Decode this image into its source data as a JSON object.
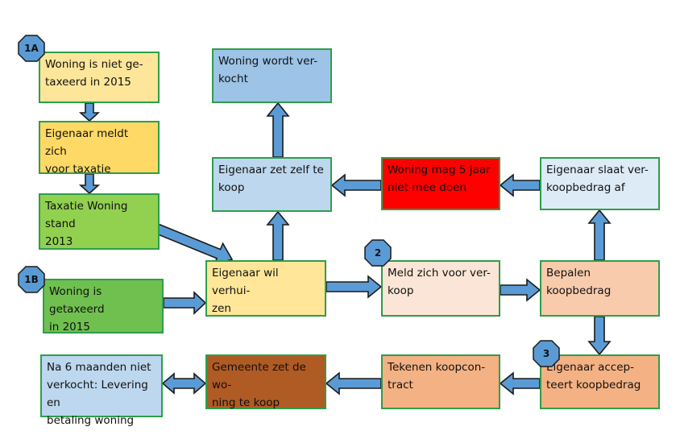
{
  "colors": {
    "box_border": "#2e9e4a",
    "arrow_fill": "#5b9bd5",
    "arrow_stroke": "#1a1a1a",
    "badge_fill": "#5b9bd5"
  },
  "badges": {
    "b1a": "1A",
    "b1b": "1B",
    "b2": "2",
    "b3": "3"
  },
  "boxes": {
    "niet_getaxeerd": {
      "text": "Woning is niet ge-\ntaxeerd in 2015",
      "color": "#fde699"
    },
    "meldt_taxatie": {
      "text": "Eigenaar meldt zich\nvoor taxatie",
      "color": "#ffd966"
    },
    "taxatie_2013": {
      "text": "Taxatie Woning stand\n2013",
      "color": "#92d050"
    },
    "getaxeerd_2015": {
      "text": "Woning is getaxeerd\nin 2015",
      "color": "#70c050"
    },
    "wil_verhuizen": {
      "text": "Eigenaar wil verhui-\nzen",
      "color": "#ffe699"
    },
    "wordt_verkocht": {
      "text": "Woning wordt ver-\nkocht",
      "color": "#9dc3e6"
    },
    "zet_zelf_te_koop": {
      "text": "Eigenaar zet zelf te\nkoop",
      "color": "#bdd7ee"
    },
    "mag_niet_meedoen": {
      "text": "Woning mag 5 jaar\nniet mee doen",
      "color": "#ff0000"
    },
    "slaat_af": {
      "text": "Eigenaar slaat ver-\nkoopbedrag af",
      "color": "#ddebf7"
    },
    "meld_verkoop": {
      "text": " Meld zich voor ver-\nkoop",
      "color": "#fbe5d6"
    },
    "bepalen_koopbedrag": {
      "text": "Bepalen koopbedrag",
      "color": "#f8cbad"
    },
    "accepteert": {
      "text": "    Eigenaar accep-\n    teert koopbedrag",
      "color": "#f4b183"
    },
    "koopcontract": {
      "text": "Tekenen koopcon-\ntract",
      "color": "#f4b183"
    },
    "gemeente_koop": {
      "text": "Gemeente zet de wo-\nning te koop",
      "color": "#b05a24"
    },
    "levering": {
      "text": "Na 6 maanden niet\nverkocht: Levering en\nbetaling woning",
      "color": "#bdd7ee"
    }
  }
}
